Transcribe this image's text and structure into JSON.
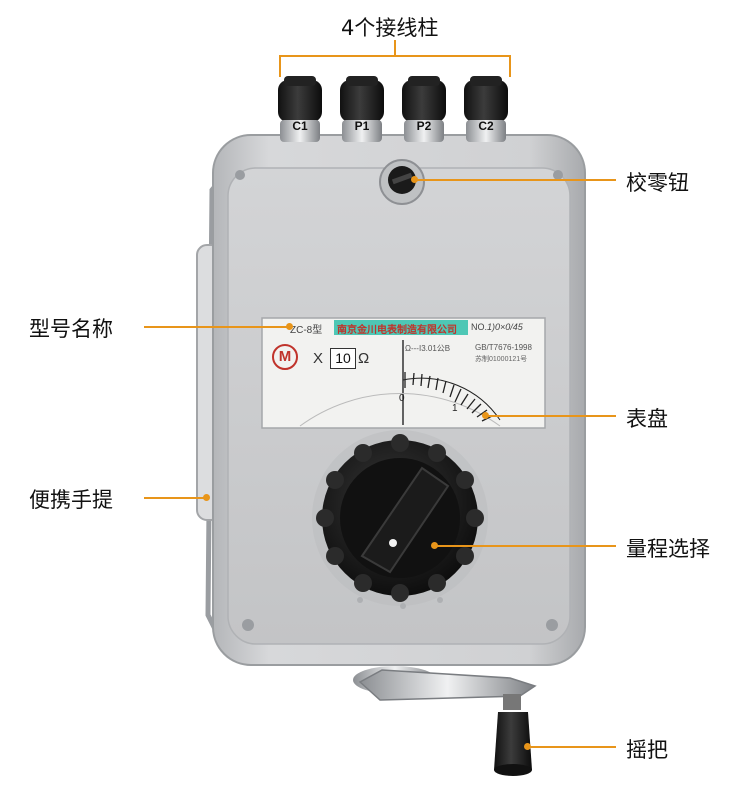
{
  "callouts": {
    "terminals": "4个接线柱",
    "zero_knob": "校零钮",
    "model_name": "型号名称",
    "dial": "表盘",
    "handle": "便携手提",
    "range_select": "量程选择",
    "crank": "摇把"
  },
  "terminals": [
    "C1",
    "P1",
    "P2",
    "C2"
  ],
  "nameplate": {
    "model": "ZC-8型",
    "maker": "南京金川电表制造有限公司",
    "serial_label": "NO.",
    "serial_value": "1)0×0/45",
    "accuracy": "Ω---I3.01公B",
    "standard": "GB/T7676-1998",
    "cert": "苏制01000121号",
    "logo": "M",
    "multiplier_prefix": "X",
    "multiplier_value": "10",
    "unit": "Ω",
    "scale_labels": [
      "0",
      "1"
    ]
  },
  "colors": {
    "accent": "#e8951a",
    "body": "#c9cacc",
    "knob": "#1c1c1c",
    "nameplate_band": "#4ec7b5"
  }
}
